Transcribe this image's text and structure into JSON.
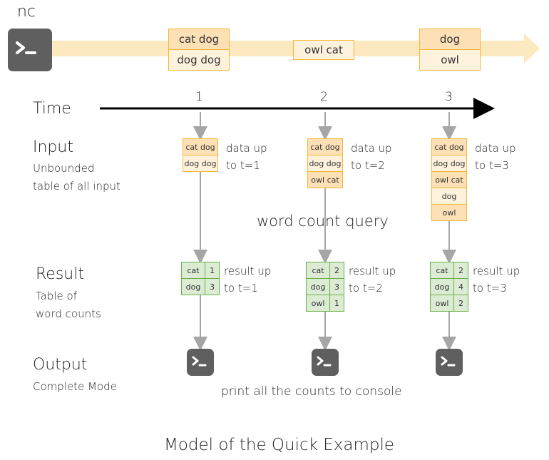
{
  "header": {
    "source_label": "nc"
  },
  "stream": {
    "batches": [
      [
        "cat dog",
        "dog dog"
      ],
      [
        "owl cat"
      ],
      [
        "dog",
        "owl"
      ]
    ]
  },
  "timeline": {
    "label": "Time",
    "ticks": [
      "1",
      "2",
      "3"
    ]
  },
  "input": {
    "title": "Input",
    "subtitle_line1": "Unbounded",
    "subtitle_line2": "table of all input",
    "tables": [
      [
        "cat dog",
        "dog dog"
      ],
      [
        "cat dog",
        "dog dog",
        "owl cat"
      ],
      [
        "cat dog",
        "dog dog",
        "owl cat",
        "dog",
        "owl"
      ]
    ],
    "notes": [
      [
        "data up",
        "to t=1"
      ],
      [
        "data up",
        "to t=2"
      ],
      [
        "data up",
        "to t=3"
      ]
    ]
  },
  "query_label": "word count query",
  "result": {
    "title": "Result",
    "subtitle_line1": "Table of",
    "subtitle_line2": "word counts",
    "tables": [
      [
        [
          "cat",
          "1"
        ],
        [
          "dog",
          "3"
        ]
      ],
      [
        [
          "cat",
          "2"
        ],
        [
          "dog",
          "3"
        ],
        [
          "owl",
          "1"
        ]
      ],
      [
        [
          "cat",
          "2"
        ],
        [
          "dog",
          "4"
        ],
        [
          "owl",
          "2"
        ]
      ]
    ],
    "notes": [
      [
        "result up",
        "to t=1"
      ],
      [
        "result up",
        "to t=2"
      ],
      [
        "result up",
        "to t=3"
      ]
    ]
  },
  "output": {
    "title": "Output",
    "subtitle": "Complete Mode",
    "caption": "print all the counts to console"
  },
  "figure_caption": "Model of the Quick Example",
  "colors": {
    "stream_band": "#fde9bf",
    "orange_border": "#f7b733",
    "orange_fill_dark": "#fde0b5",
    "orange_fill_light": "#fff2dc",
    "green_border": "#6cb046",
    "green_fill": "#dcebd3",
    "terminal": "#5f5f5f",
    "arrow_gray": "#a6a6a6"
  }
}
